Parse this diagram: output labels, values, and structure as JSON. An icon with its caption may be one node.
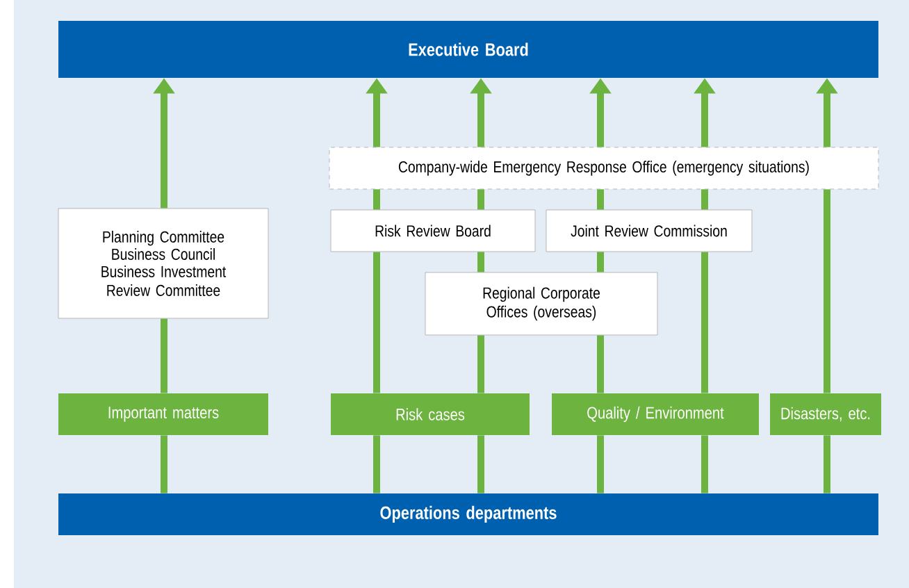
{
  "diagram": {
    "nodes": [
      {
        "text": [
          "Executive Board"
        ]
      },
      {
        "text": [
          "Company-wide Emergency Response Office (emergency situations)"
        ]
      },
      {
        "text": [
          "Planning Committee",
          "Business Council",
          "Business Investment Review Committee"
        ]
      },
      {
        "text": [
          "Risk Review Board"
        ]
      },
      {
        "text": [
          "Joint Review Commission"
        ]
      },
      {
        "text": [
          "Regional Corporate Offices (overseas)"
        ]
      },
      {
        "text": [
          "Important matters"
        ]
      },
      {
        "text": [
          "Risk cases"
        ]
      },
      {
        "text": [
          "Quality / Environment"
        ]
      },
      {
        "text": [
          "Disasters, etc."
        ]
      },
      {
        "text": [
          "Operations departments"
        ]
      }
    ],
    "edges": [
      {
        "from": 10,
        "to": 6,
        "arrow": "none"
      },
      {
        "from": 6,
        "to": 2,
        "arrow": "none"
      },
      {
        "from": 2,
        "to": 0,
        "arrow": "to"
      },
      {
        "from": 10,
        "to": 7,
        "arrow": "none"
      },
      {
        "from": 7,
        "to": 3,
        "arrow": "none"
      },
      {
        "from": 3,
        "to": 1,
        "arrow": "none"
      },
      {
        "from": 1,
        "to": 0,
        "arrow": "to"
      },
      {
        "from": 10,
        "to": 7,
        "arrow": "none"
      },
      {
        "from": 7,
        "to": 5,
        "arrow": "none"
      },
      {
        "from": 5,
        "to": 3,
        "arrow": "none"
      },
      {
        "from": 3,
        "to": 1,
        "arrow": "none"
      },
      {
        "from": 1,
        "to": 0,
        "arrow": "to"
      },
      {
        "from": 10,
        "to": 8,
        "arrow": "none"
      },
      {
        "from": 8,
        "to": 5,
        "arrow": "none"
      },
      {
        "from": 5,
        "to": 4,
        "arrow": "none"
      },
      {
        "from": 4,
        "to": 1,
        "arrow": "none"
      },
      {
        "from": 1,
        "to": 0,
        "arrow": "to"
      },
      {
        "from": 10,
        "to": 8,
        "arrow": "none"
      },
      {
        "from": 8,
        "to": 4,
        "arrow": "none"
      },
      {
        "from": 4,
        "to": 1,
        "arrow": "none"
      },
      {
        "from": 1,
        "to": 0,
        "arrow": "to"
      },
      {
        "from": 10,
        "to": 9,
        "arrow": "none"
      },
      {
        "from": 9,
        "to": 1,
        "arrow": "none"
      },
      {
        "from": 1,
        "to": 0,
        "arrow": "to"
      }
    ]
  }
}
